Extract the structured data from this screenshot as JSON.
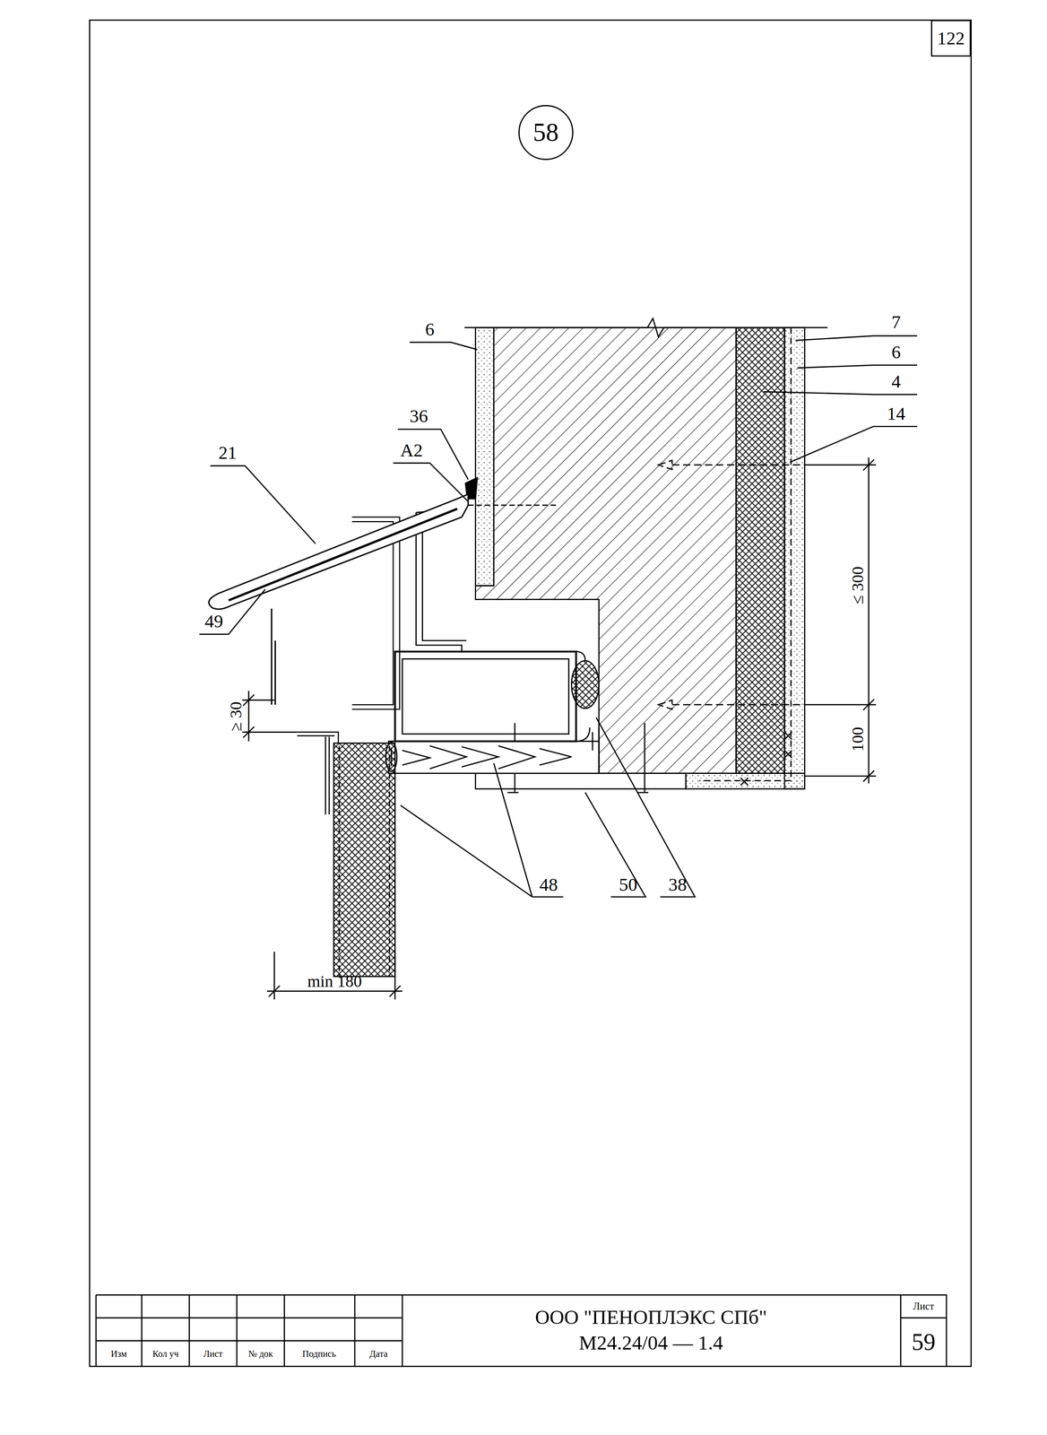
{
  "diagram": {
    "nodes": [
      {
        "text": [
          "122"
        ]
      },
      {
        "text": [
          "58"
        ]
      }
    ],
    "labels": [
      "6",
      "7",
      "6",
      "4",
      "14",
      "36",
      "А2",
      "21",
      "49",
      "≤ 300",
      "≥ 30",
      "100",
      "48",
      "50",
      "38",
      "min 180",
      "Изм",
      "Кол уч",
      "Лист",
      "№ док",
      "Подпись",
      "Дата",
      "ООО \"ПЕНОПЛЭКС СПб\"",
      "М24.24/04 — 1.4",
      "Лист",
      "59"
    ]
  }
}
